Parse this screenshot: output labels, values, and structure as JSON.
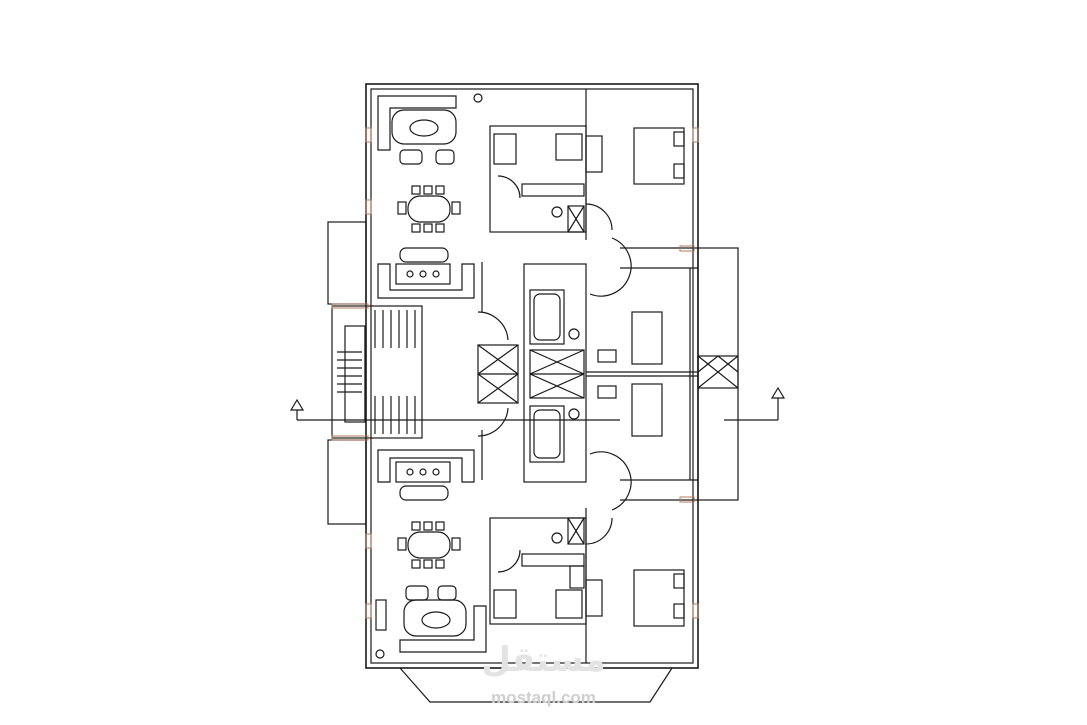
{
  "watermark": {
    "logo_text": "مستقل",
    "url_text": "mostaql.com"
  },
  "colors": {
    "line": "#1a1a1a",
    "background": "#ffffff",
    "hatch": "#b07a5a",
    "watermark_logo": "#e3e3e3",
    "watermark_url": "#cfcfcf"
  },
  "plan": {
    "drawing_type": "apartment floor plan",
    "units": 2,
    "symmetric": true,
    "stair_treads": 8
  }
}
